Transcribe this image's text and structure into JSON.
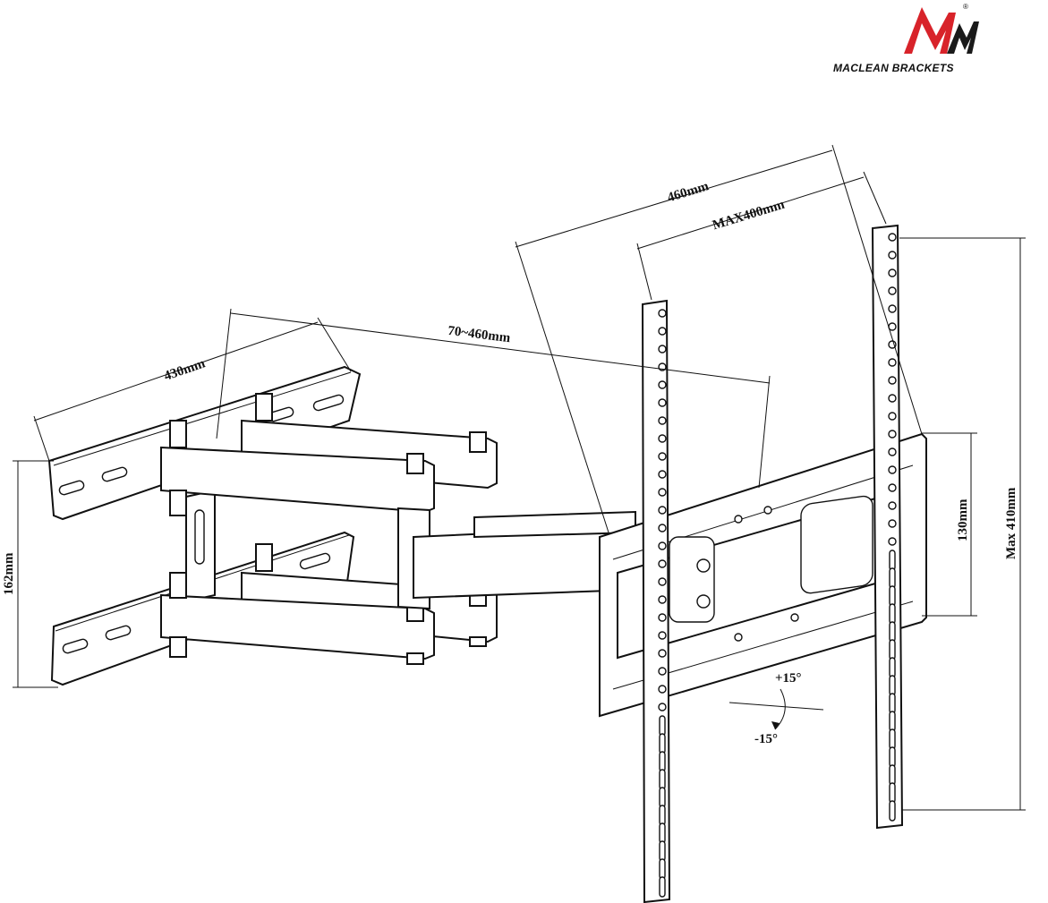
{
  "brand": {
    "name": "MACLEAN BRACKETS",
    "mark": "M",
    "registered": "®",
    "colors": {
      "red": "#d8232a",
      "black": "#1a1a1a"
    }
  },
  "dimensions": {
    "wall_plate_width": "430mm",
    "wall_plate_height": "162mm",
    "arm_extension": "70~460mm",
    "tv_rail_span": "460mm",
    "max_vesa_horizontal": "MAX400mm",
    "max_vesa_vertical": "Max 410mm",
    "plate_height": "130mm",
    "tilt_up": "+15°",
    "tilt_down": "-15°"
  }
}
